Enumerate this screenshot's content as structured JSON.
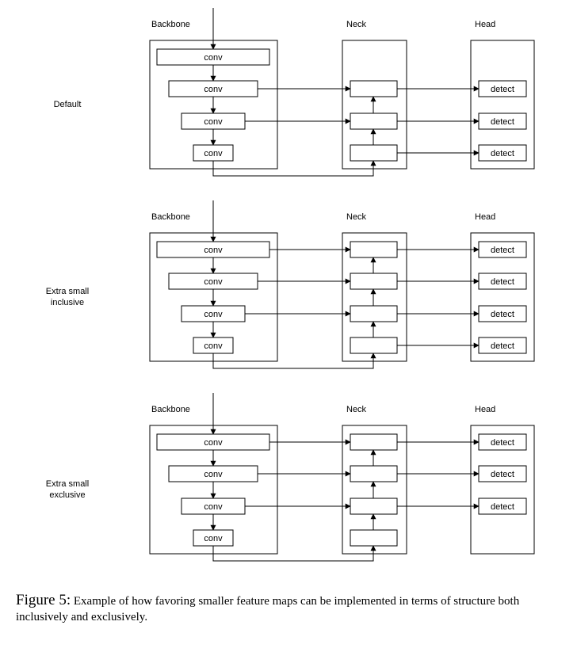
{
  "column_headers": [
    "Backbone",
    "Neck",
    "Head"
  ],
  "box_labels": {
    "conv": "conv",
    "detect": "detect"
  },
  "rows": [
    {
      "label_lines": [
        "Default"
      ],
      "detect_count": 3
    },
    {
      "label_lines": [
        "Extra small",
        "inclusive"
      ],
      "detect_count": 4
    },
    {
      "label_lines": [
        "Extra small",
        "exclusive"
      ],
      "detect_count": 3
    }
  ],
  "caption": {
    "figure_label": "Figure 5:",
    "text": "Example of how favoring smaller feature maps can be implemented in terms of structure both inclusively and exclusively."
  }
}
